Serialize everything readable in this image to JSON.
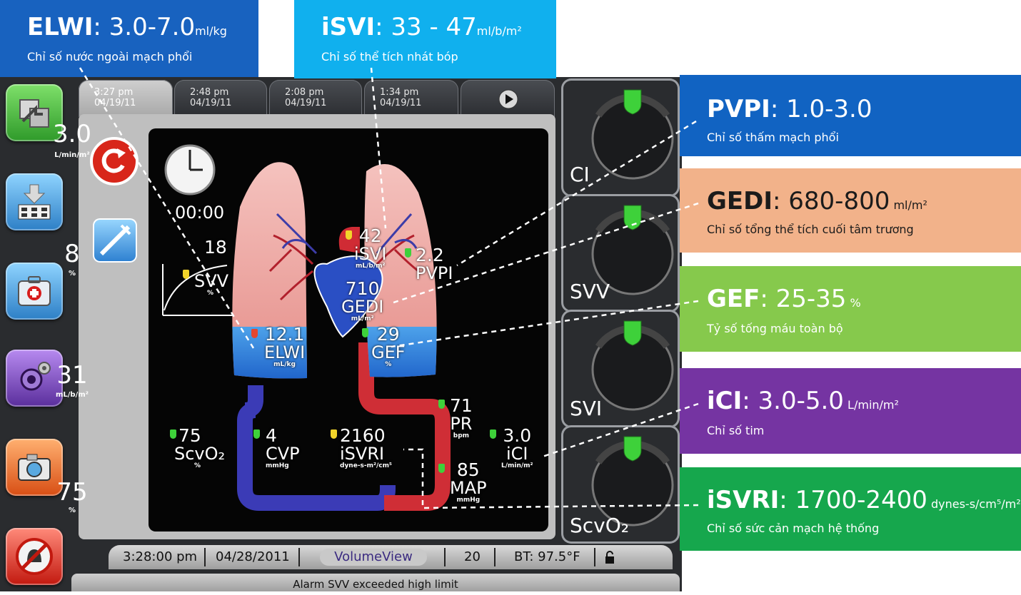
{
  "info_boxes": {
    "elwi": {
      "key": "ELWI",
      "range": "3.0-7.0",
      "unit": "ml/kg",
      "desc": "Chỉ số nước ngoài mạch phổi"
    },
    "isvi": {
      "key": "iSVI",
      "range": "33 - 47",
      "unit": "ml/b/m²",
      "desc": "Chỉ số thể tích nhát bóp"
    },
    "pvpi": {
      "key": "PVPI",
      "range": "1.0-3.0",
      "unit": "",
      "desc": "Chỉ số thấm mạch phổi"
    },
    "gedi": {
      "key": "GEDI",
      "range": "680-800",
      "unit": "ml/m²",
      "desc": "Chỉ số tổng thể tích cuối tâm trương"
    },
    "gef": {
      "key": "GEF",
      "range": "25-35",
      "unit": "%",
      "desc": "Tỷ số tống máu toàn bộ"
    },
    "ici": {
      "key": "iCI",
      "range": "3.0-5.0",
      "unit": "L/min/m²",
      "desc": "Chỉ số tim"
    },
    "isvri": {
      "key": "iSVRI",
      "range": "1700-2400",
      "unit": "dynes-s/cm⁵/m²",
      "desc": "Chỉ số sức cản mạch hệ thống"
    }
  },
  "tabs": [
    {
      "time": "3:27 pm",
      "date": "04/19/11"
    },
    {
      "time": "2:48 pm",
      "date": "04/19/11"
    },
    {
      "time": "2:08 pm",
      "date": "04/19/11"
    },
    {
      "time": "1:34 pm",
      "date": "04/19/11"
    }
  ],
  "screen": {
    "timer": "00:00",
    "svv": {
      "value": "18",
      "label": "SVV",
      "unit": "%"
    },
    "isvi": {
      "value": "42",
      "label": "iSVI",
      "unit": "mL/b/m²"
    },
    "pvpi": {
      "value": "2.2",
      "label": "PVPI"
    },
    "gedi": {
      "value": "710",
      "label": "GEDI",
      "unit": "mL/m²"
    },
    "elwi": {
      "value": "12.1",
      "label": "ELWI",
      "unit": "mL/kg"
    },
    "gef": {
      "value": "29",
      "label": "GEF",
      "unit": "%"
    },
    "pr": {
      "value": "71",
      "label": "PR",
      "unit": "bpm"
    },
    "scvo2": {
      "value": "75",
      "label": "ScvO₂",
      "unit": "%"
    },
    "cvp": {
      "value": "4",
      "label": "CVP",
      "unit": "mmHg"
    },
    "isvri": {
      "value": "2160",
      "label": "iSVRI",
      "unit": "dyne-s-m²/cm⁵"
    },
    "ici": {
      "value": "3.0",
      "label": "iCI",
      "unit": "L/min/m²"
    },
    "map": {
      "value": "85",
      "label": "MAP",
      "unit": "mmHg"
    }
  },
  "gauges": [
    {
      "label": "CI",
      "value": "3.0",
      "unit": "L/min/m²"
    },
    {
      "label": "SVV",
      "value": "8",
      "unit": "%"
    },
    {
      "label": "SVI",
      "value": "31",
      "unit": "mL/b/m²"
    },
    {
      "label": "ScvO₂",
      "value": "75",
      "unit": "%"
    }
  ],
  "status": {
    "time": "3:28:00 pm",
    "date": "04/28/2011",
    "mode": "VolumeView",
    "interval": "20",
    "bt": "BT: 97.5°F"
  },
  "alarm": "Alarm SVV exceeded high limit",
  "colors": {
    "ok": "#3ed13a",
    "warn": "#f2d42a",
    "alarm": "#e44630"
  }
}
